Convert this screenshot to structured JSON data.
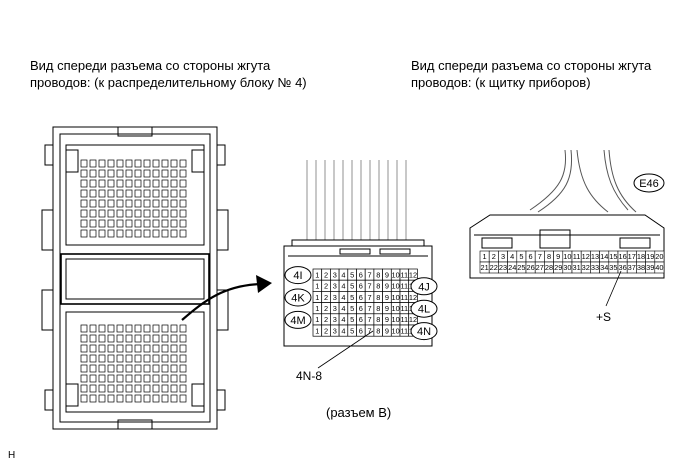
{
  "captions": {
    "left_view": "Вид спереди разъема со стороны жгута проводов: (к распределительному блоку № 4)",
    "right_view": "Вид спереди разъема со стороны жгута проводов: (к щитку приборов)",
    "connector_b": "(разъем B)",
    "corner_mark": "H"
  },
  "middle_connector": {
    "rows": [
      {
        "tag": "4I",
        "side": "left"
      },
      {
        "tag": "4J",
        "side": "right"
      },
      {
        "tag": "4K",
        "side": "left"
      },
      {
        "tag": "4L",
        "side": "right"
      },
      {
        "tag": "4M",
        "side": "left"
      },
      {
        "tag": "4N",
        "side": "right"
      }
    ],
    "pins": [
      "1",
      "2",
      "3",
      "4",
      "5",
      "6",
      "7",
      "8",
      "9",
      "10",
      "11",
      "12"
    ],
    "callout": "4N-8"
  },
  "right_connector": {
    "id": "E46",
    "row1": [
      "1",
      "2",
      "3",
      "4",
      "5",
      "6",
      "7",
      "8",
      "9",
      "10",
      "11",
      "12",
      "13",
      "14",
      "15",
      "16",
      "17",
      "18",
      "19",
      "20"
    ],
    "row2": [
      "21",
      "22",
      "23",
      "24",
      "25",
      "26",
      "27",
      "28",
      "29",
      "30",
      "31",
      "32",
      "33",
      "34",
      "35",
      "36",
      "37",
      "38",
      "39",
      "40"
    ],
    "callout": "+S"
  }
}
